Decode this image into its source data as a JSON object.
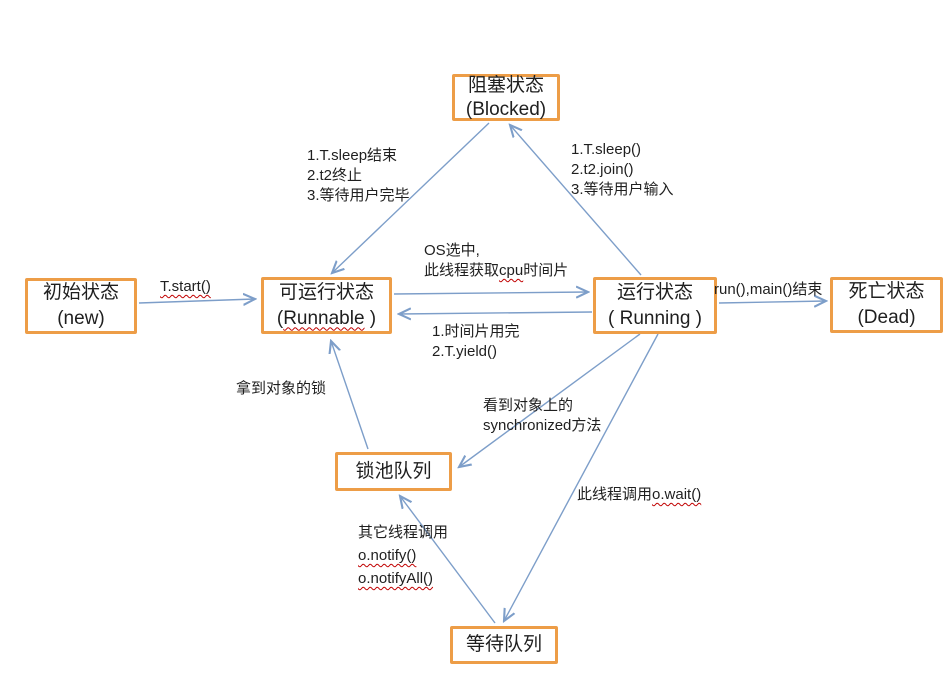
{
  "title": "Java thread state diagram",
  "colors": {
    "box_border": "#ED9D47",
    "arrow": "#7D9EC9",
    "text": "#1f1f1f",
    "misspell": "#C00000"
  },
  "nodes": {
    "blocked": {
      "line1": "阻塞状态",
      "line2": "(Blocked)"
    },
    "initial": {
      "line1": "初始状态",
      "line2": "(new)"
    },
    "runnable": {
      "line1": "可运行状态",
      "l2_pre": "(",
      "l2_mis": "Runnable",
      "l2_post": " )"
    },
    "running": {
      "line1": "运行状态",
      "line2": "( Running )"
    },
    "dead": {
      "line1": "死亡状态",
      "line2": "(Dead)"
    },
    "lock_pool": {
      "line1": "锁池队列"
    },
    "wait_queue": {
      "line1": "等待队列"
    }
  },
  "edge_labels": {
    "t_start": {
      "mis": "T.start()"
    },
    "os_select": {
      "l1": "OS选中,",
      "l2_pre": "此线程获取",
      "l2_mis": "cpu",
      "l2_post": "时间片"
    },
    "timeslice": {
      "l1": "1.时间片用完",
      "l2": "2.T.yield()"
    },
    "run_main": {
      "text": "run(),main()结束"
    },
    "blocked_to_runnable": {
      "l1": "1.T.sleep结束",
      "l2": "2.t2终止",
      "l3": "3.等待用户完毕"
    },
    "running_to_blocked": {
      "l1": "1.T.sleep()",
      "l2": "2.t2.join()",
      "l3": "3.等待用户输入"
    },
    "got_lock": {
      "text": "拿到对象的锁"
    },
    "sync_method": {
      "l1": "看到对象上的",
      "l2": "synchronized方法"
    },
    "o_wait": {
      "pre": "此线程调用",
      "mis": "o.wait()"
    },
    "notify": {
      "l1": "其它线程调用",
      "l2_mis": "o.notify()",
      "l3_mis": "o.notifyAll()"
    }
  }
}
